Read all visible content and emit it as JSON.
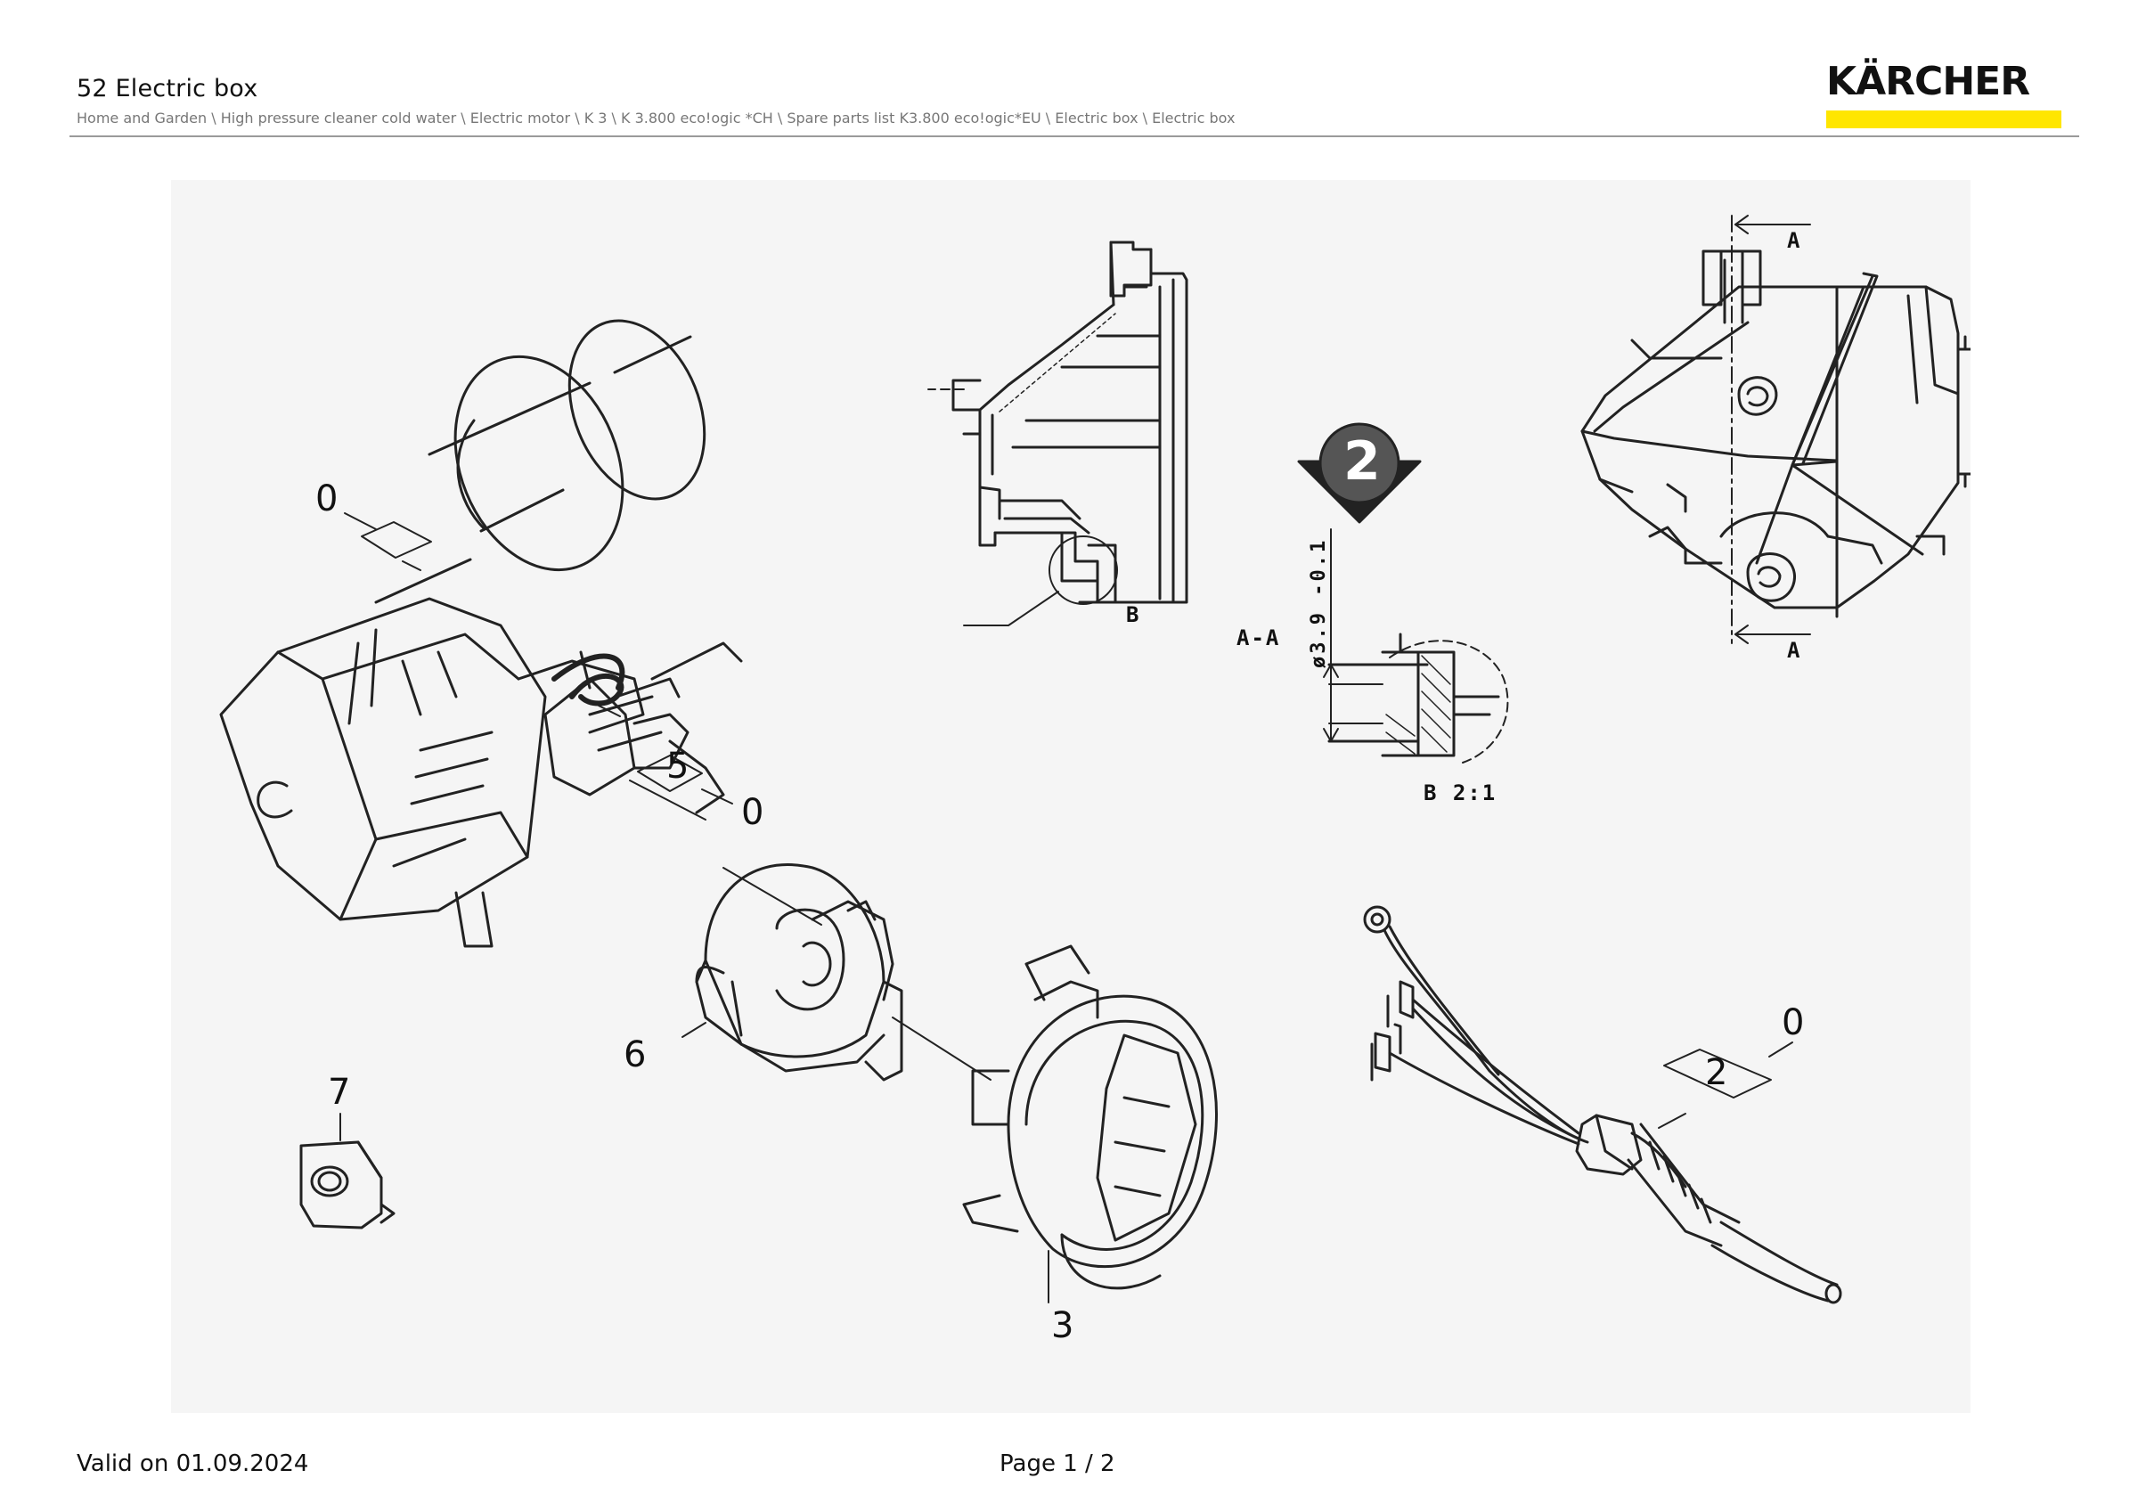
{
  "header": {
    "title": "52 Electric box",
    "breadcrumb": "Home and Garden \\ High pressure cleaner cold water \\ Electric motor \\ K 3 \\ K 3.800 eco!ogic *CH \\ Spare parts list K3.800 eco!ogic*EU \\ Electric box \\ Electric box"
  },
  "brand": {
    "logo_text": "KÄRCHER",
    "accent_color": "#ffe600"
  },
  "drawing": {
    "part_labels": {
      "motor_group": "0",
      "hose_group_a": "5",
      "hose_group_b": "0",
      "adapter": "6",
      "nut": "7",
      "cap": "3",
      "cable_group_a": "0",
      "cable_group_b": "2"
    },
    "badge": "2",
    "section_aa": "A-A",
    "section_b_callout": "B",
    "section_arrow_top": "A",
    "section_arrow_bottom": "A",
    "dimension": "ø3.9 -0.1",
    "detail_b": "B 2:1"
  },
  "footer": {
    "valid_on": "Valid on 01.09.2024",
    "page": "Page 1 / 2"
  }
}
